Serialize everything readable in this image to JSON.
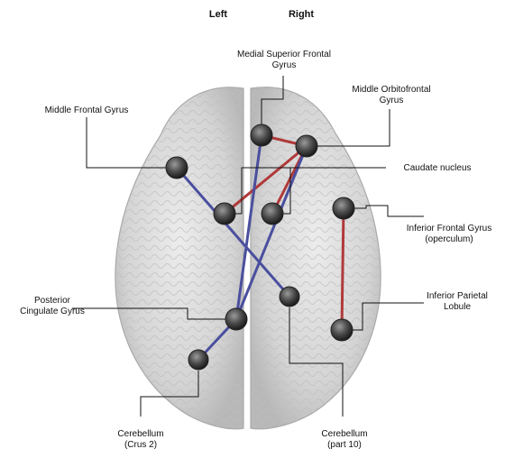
{
  "hemispheres": {
    "left": "Left",
    "right": "Right"
  },
  "regions": {
    "medial_superior_frontal": "Medial Superior Frontal\nGyrus",
    "middle_orbitofrontal": "Middle Orbitofrontal\nGyrus",
    "middle_frontal": "Middle Frontal Gyrus",
    "caudate": "Caudate nucleus",
    "inferior_frontal": "Inferior Frontal Gyrus\n(operculum)",
    "posterior_cingulate": "Posterior\nCingulate Gyrus",
    "inferior_parietal": "Inferior Parietal\nLobule",
    "cerebellum_crus2": "Cerebellum\n(Crus 2)",
    "cerebellum_part10": "Cerebellum\n(part 10)"
  },
  "colors": {
    "positive_connection": "#b03a3a",
    "negative_connection": "#4a4f9e",
    "node": "#3a3a3a",
    "brain": "#d6d6d6",
    "leader_line": "#111111"
  }
}
